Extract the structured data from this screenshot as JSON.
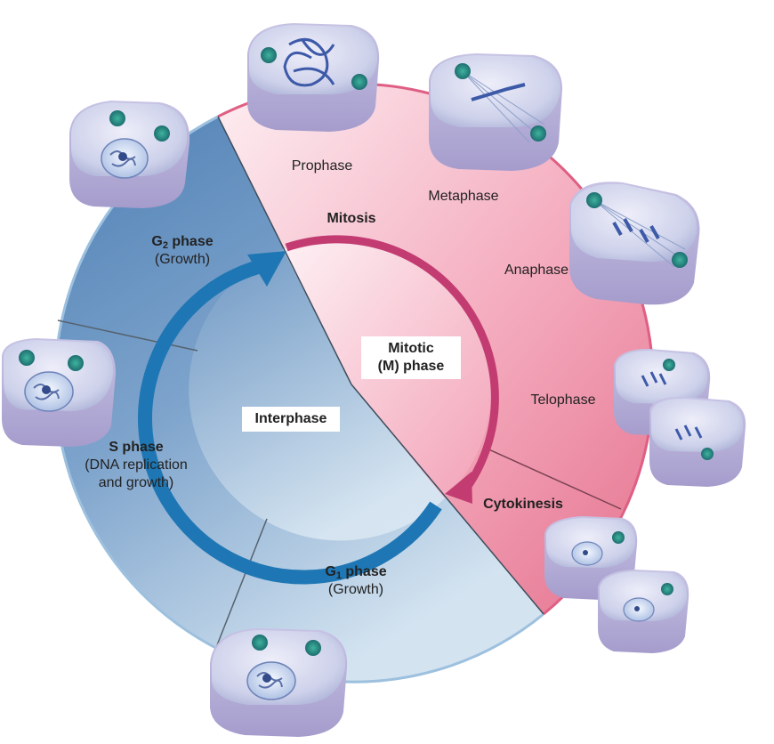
{
  "phases": {
    "prophase": "Prophase",
    "metaphase": "Metaphase",
    "anaphase": "Anaphase",
    "telophase": "Telophase",
    "cytokinesis": "Cytokinesis",
    "mitosis": "Mitosis",
    "mitotic_line1": "Mitotic",
    "mitotic_line2": "(M) phase",
    "interphase": "Interphase",
    "g2_letter": "G",
    "g2_sub": "2",
    "g2_word": " phase",
    "g2_desc": "(Growth)",
    "s_title": "S phase",
    "s_desc1": "(DNA replication",
    "s_desc2": "and growth)",
    "g1_letter": "G",
    "g1_sub": "1",
    "g1_word": " phase",
    "g1_desc": "(Growth)"
  },
  "colors": {
    "interphase_dark": "#5c8bbd",
    "interphase_light": "#c9dced",
    "mitosis_light": "#fbe3ea",
    "mitosis_dark": "#e9809a",
    "arrow_blue": "#1e77b4",
    "arrow_magenta": "#c23c72",
    "cell_body": "#d7d4ec",
    "centrosome": "#2a9a88"
  }
}
